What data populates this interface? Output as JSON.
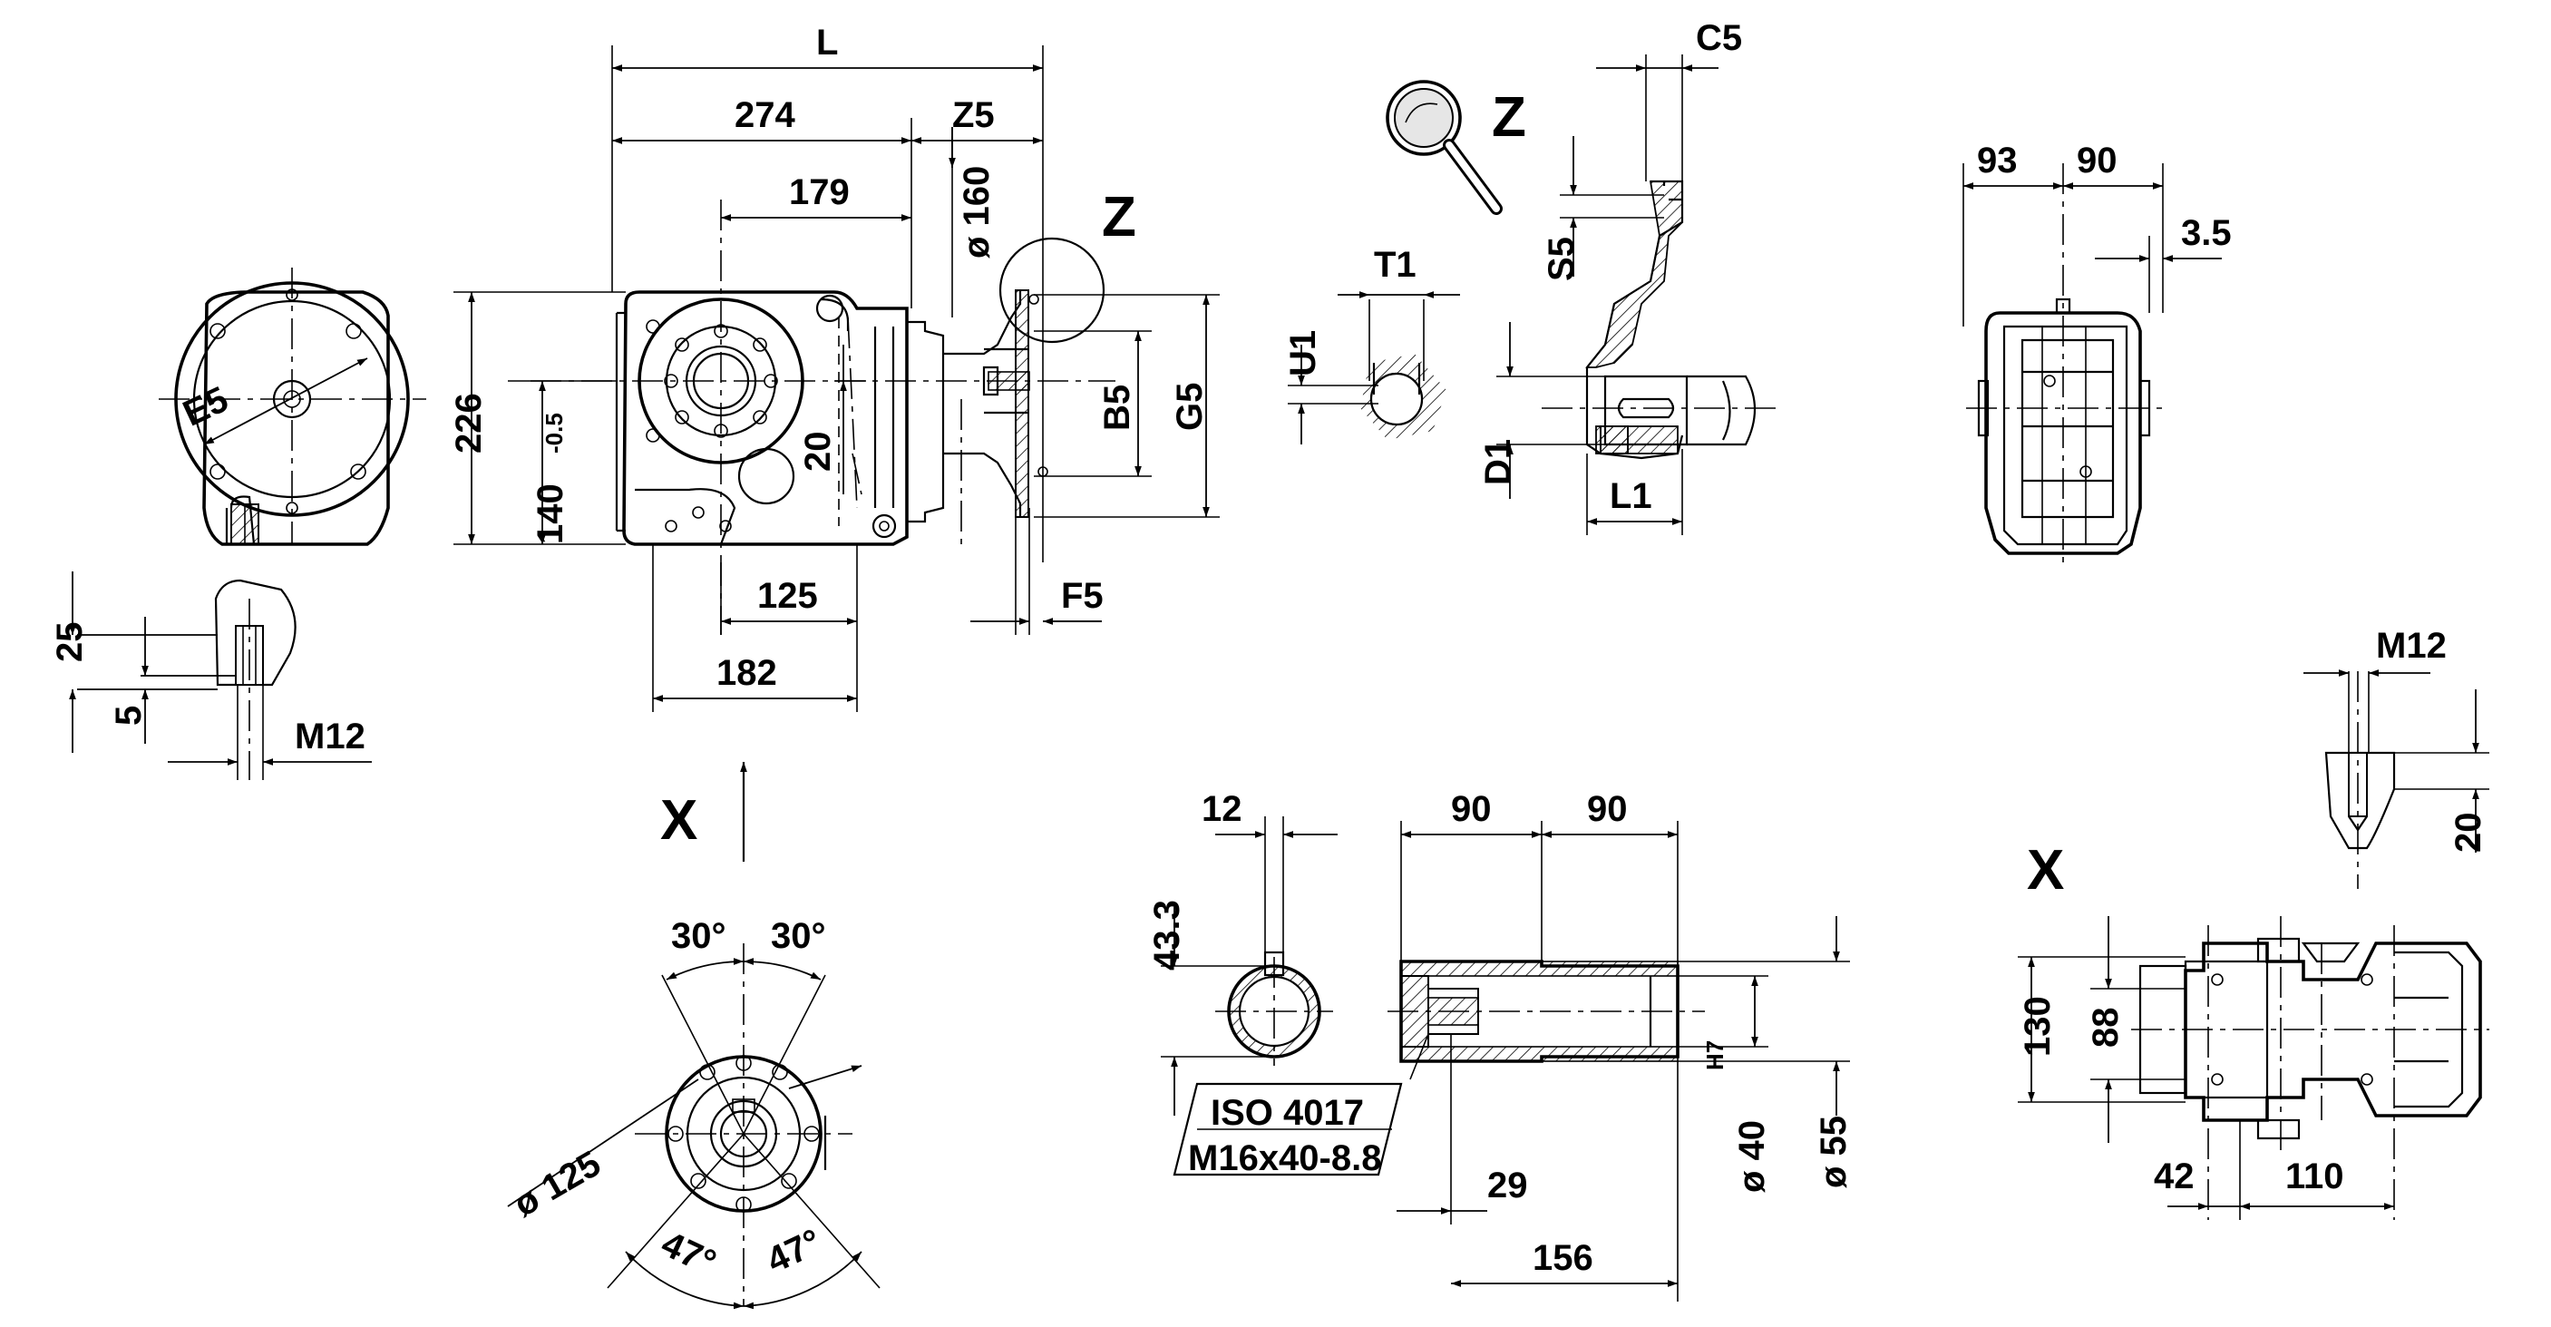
{
  "labels": {
    "L": "L",
    "d274": "274",
    "Z5": "Z5",
    "d179": "179",
    "d160": "ø 160",
    "Z_top": "Z",
    "d226": "226",
    "d140": "140",
    "d140tol": "-0.5",
    "d20": "20",
    "B5": "B5",
    "G5": "G5",
    "d125": "125",
    "d182": "182",
    "F5": "F5",
    "E5": "E5",
    "d25": "25",
    "d5": "5",
    "M12_left": "M12",
    "X_mid": "X",
    "C5": "C5",
    "Z_mag": "Z",
    "T1": "T1",
    "U1": "U1",
    "S5": "S5",
    "D1": "D1",
    "L1": "L1",
    "d93": "93",
    "d90a": "90",
    "d3_5": "3.5",
    "M12_right": "M12",
    "d20b": "20",
    "X_right": "X",
    "d130": "130",
    "d88": "88",
    "d42": "42",
    "d110": "110",
    "a30a": "30°",
    "a30b": "30°",
    "dia125": "ø 125",
    "a47a": "47°",
    "a47b": "47°",
    "d12": "12",
    "d43_3": "43.3",
    "iso": "ISO 4017",
    "bolt": "M16x40-8.8",
    "d90b": "90",
    "d90c": "90",
    "dia40": "ø 40",
    "h7": "H7",
    "dia55": "ø 55",
    "d29": "29",
    "d156": "156"
  }
}
